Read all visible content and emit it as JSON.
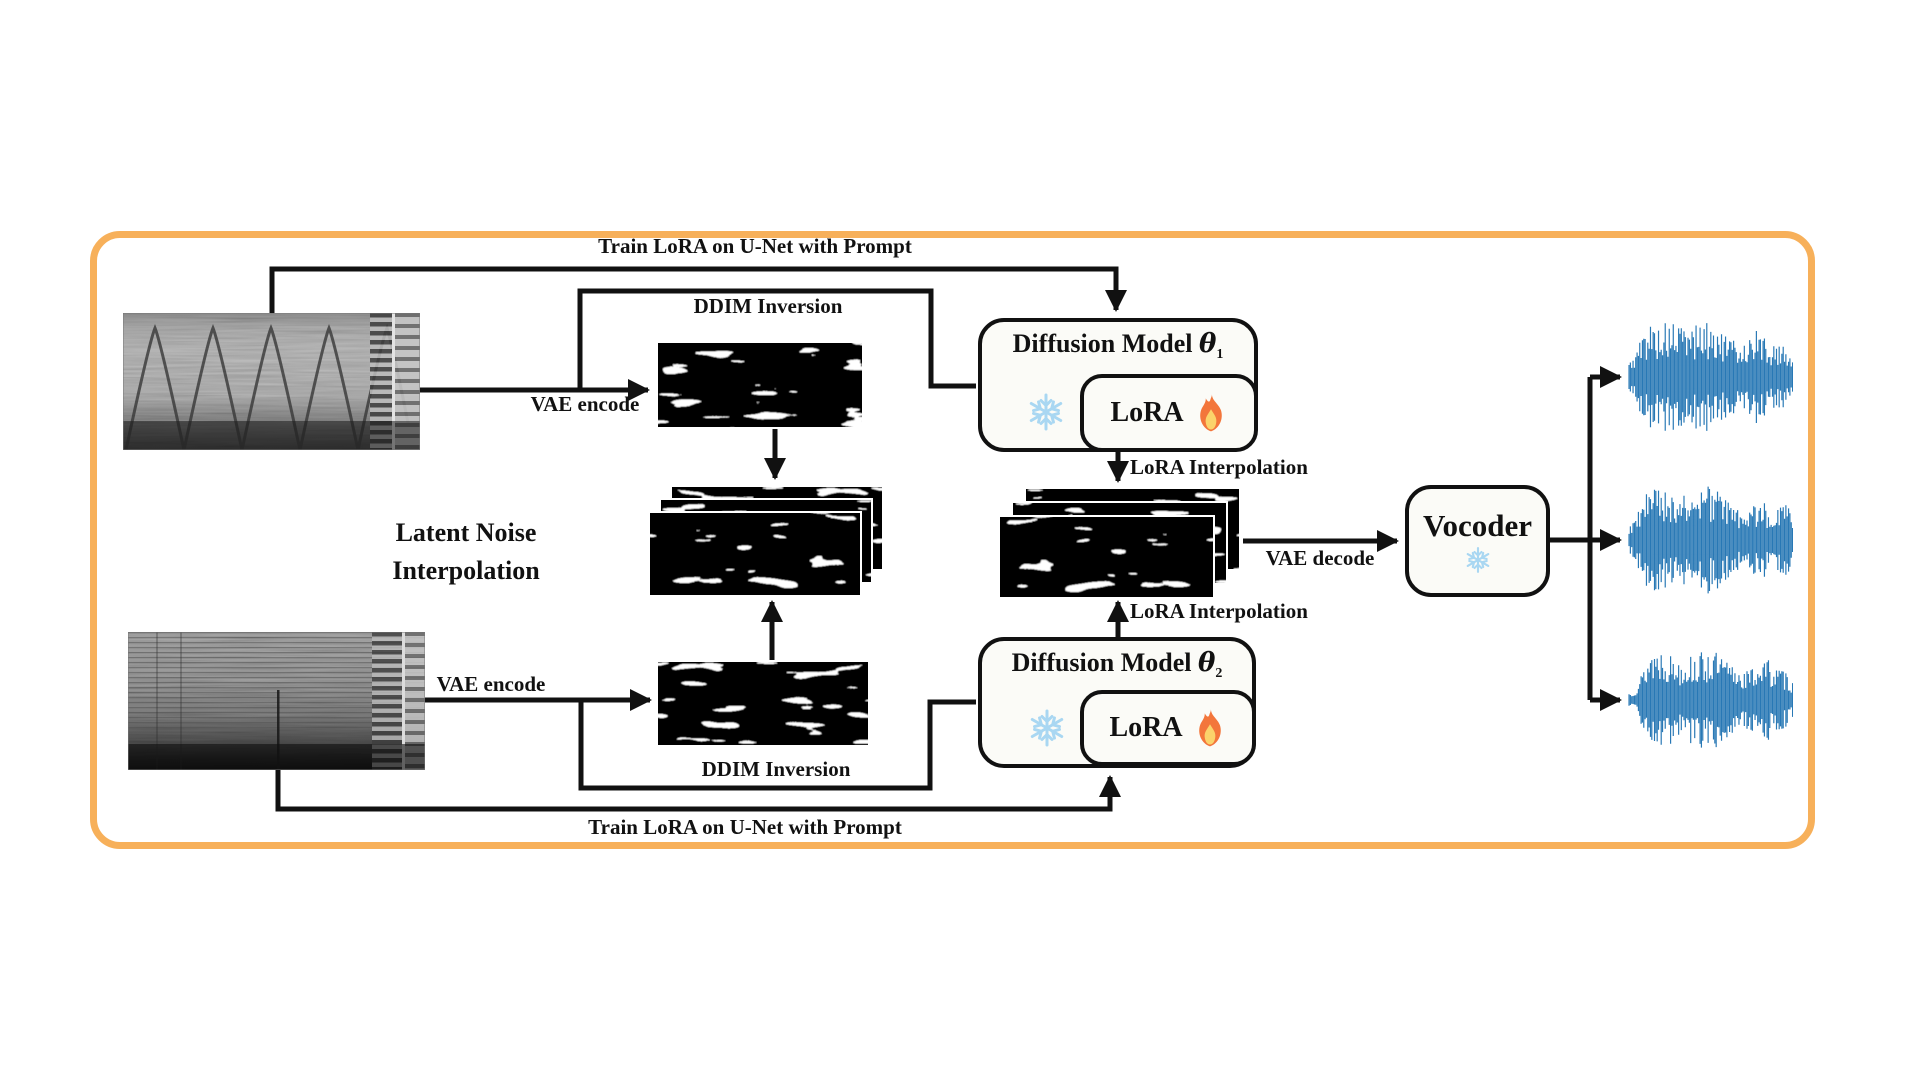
{
  "labels": {
    "train_lora_top": "Train LoRA on U-Net with Prompt",
    "train_lora_bottom": "Train LoRA on U-Net with Prompt",
    "ddim_top": "DDIM Inversion",
    "ddim_bottom": "DDIM Inversion",
    "vae_encode_top": "VAE encode",
    "vae_encode_bottom": "VAE encode",
    "vae_decode": "VAE decode",
    "lora_interp_top": "LoRA Interpolation",
    "lora_interp_bottom": "LoRA Interpolation",
    "latent_noise_line1": "Latent Noise",
    "latent_noise_line2": "Interpolation"
  },
  "boxes": {
    "diffusion_1": {
      "title": "Diffusion Model ",
      "theta": "θ",
      "subscript": "1"
    },
    "diffusion_2": {
      "title": "Diffusion Model ",
      "theta": "θ",
      "subscript": "2"
    },
    "lora_1": "LoRA",
    "lora_2": "LoRA",
    "vocoder": "Vocoder"
  },
  "icons": {
    "snowflake": "frozen-model-snowflake",
    "flame": "trainable-lora-flame"
  },
  "colors": {
    "frame_border": "#F7B05A",
    "waveform_blue": "#2878B5",
    "snowflake_blue": "#A9D7F2",
    "flame_outer": "#F3763B",
    "flame_inner": "#FBD36B",
    "line_black": "#111111"
  }
}
